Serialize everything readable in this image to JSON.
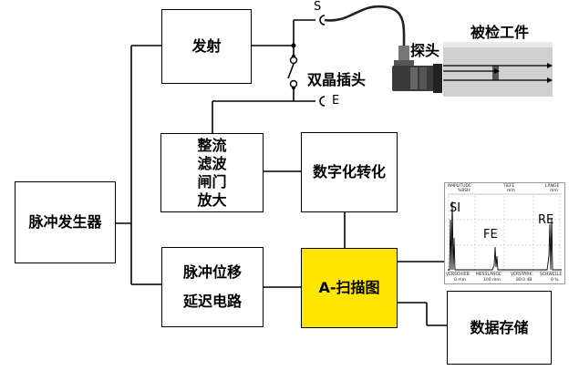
{
  "blocks": {
    "transmit": "发射",
    "dual_plug": "双晶插头",
    "s_label": "S",
    "e_label": "E",
    "probe": "探头",
    "workpiece": "被检工件",
    "rectify": [
      "整流",
      "滤波",
      "闸门",
      "放大"
    ],
    "digital": "数字化转化",
    "pulse_gen": "脉冲发生器",
    "pulse_shift": [
      "脉冲位移",
      "延迟电路"
    ],
    "ascan": "A-扫描图",
    "storage": "数据存储"
  },
  "ascan_panel": {
    "header": [
      "AMPLITUDE",
      "TIEFE",
      "LÄNGE"
    ],
    "header_units": [
      "%BSH",
      "mm",
      "mm"
    ],
    "peaks": [
      "SI",
      "FE",
      "RE"
    ],
    "footer": [
      "VERSCHIEB.",
      "MESSLÄNGE",
      "VERSTÄRK.",
      "SCHWELLE"
    ],
    "footer_values": [
      "0 mm",
      "100 mm",
      "80.0 dB",
      "0 %"
    ]
  },
  "colors": {
    "ascan_fill": "#FFE600",
    "line": "#000000"
  }
}
